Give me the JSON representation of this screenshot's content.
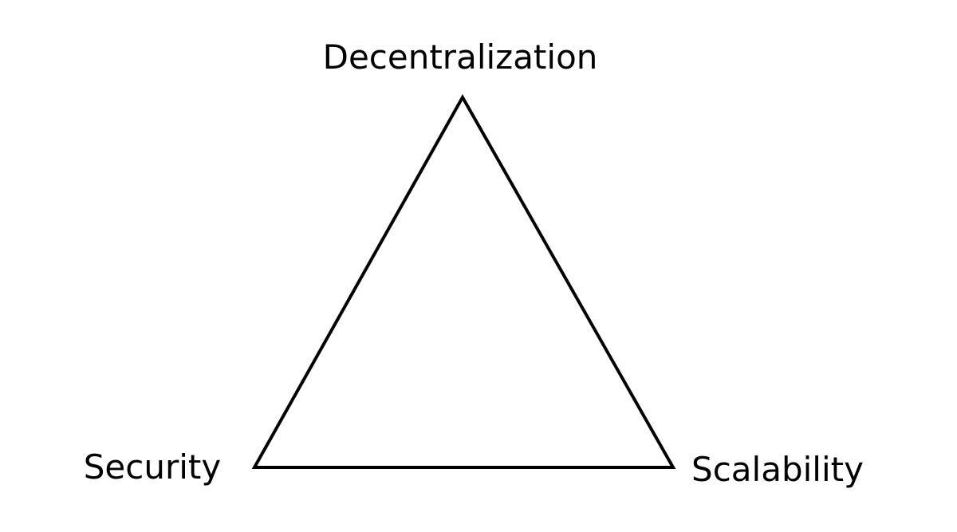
{
  "diagram": {
    "labels": {
      "top": "Decentralization",
      "bottom_left": "Security",
      "bottom_right": "Scalability"
    },
    "colors": {
      "background": "#ffffff",
      "stroke": "#000000",
      "text": "#000000"
    }
  }
}
